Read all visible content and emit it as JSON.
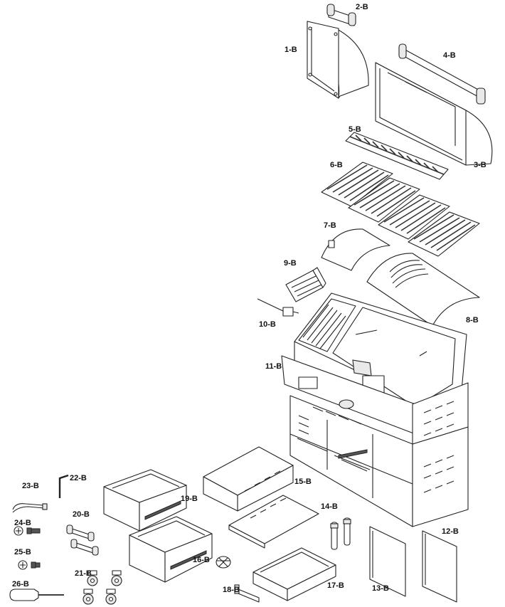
{
  "parts": [
    {
      "id": "p1",
      "label": "1-B"
    },
    {
      "id": "p2",
      "label": "2-B"
    },
    {
      "id": "p3",
      "label": "3-B"
    },
    {
      "id": "p4",
      "label": "4-B"
    },
    {
      "id": "p5",
      "label": "5-B"
    },
    {
      "id": "p6",
      "label": "6-B"
    },
    {
      "id": "p7",
      "label": "7-B"
    },
    {
      "id": "p8",
      "label": "8-B"
    },
    {
      "id": "p9",
      "label": "9-B"
    },
    {
      "id": "p10",
      "label": "10-B"
    },
    {
      "id": "p11",
      "label": "11-B"
    },
    {
      "id": "p12",
      "label": "12-B"
    },
    {
      "id": "p13",
      "label": "13-B"
    },
    {
      "id": "p14",
      "label": "14-B"
    },
    {
      "id": "p15",
      "label": "15-B"
    },
    {
      "id": "p16",
      "label": "16-B"
    },
    {
      "id": "p17",
      "label": "17-B"
    },
    {
      "id": "p18",
      "label": "18-B"
    },
    {
      "id": "p19",
      "label": "19-B"
    },
    {
      "id": "p20",
      "label": "20-B"
    },
    {
      "id": "p21",
      "label": "21-B"
    },
    {
      "id": "p22",
      "label": "22-B"
    },
    {
      "id": "p23",
      "label": "23-B"
    },
    {
      "id": "p24",
      "label": "24-B"
    },
    {
      "id": "p25",
      "label": "25-B"
    },
    {
      "id": "p26",
      "label": "26-B"
    }
  ]
}
